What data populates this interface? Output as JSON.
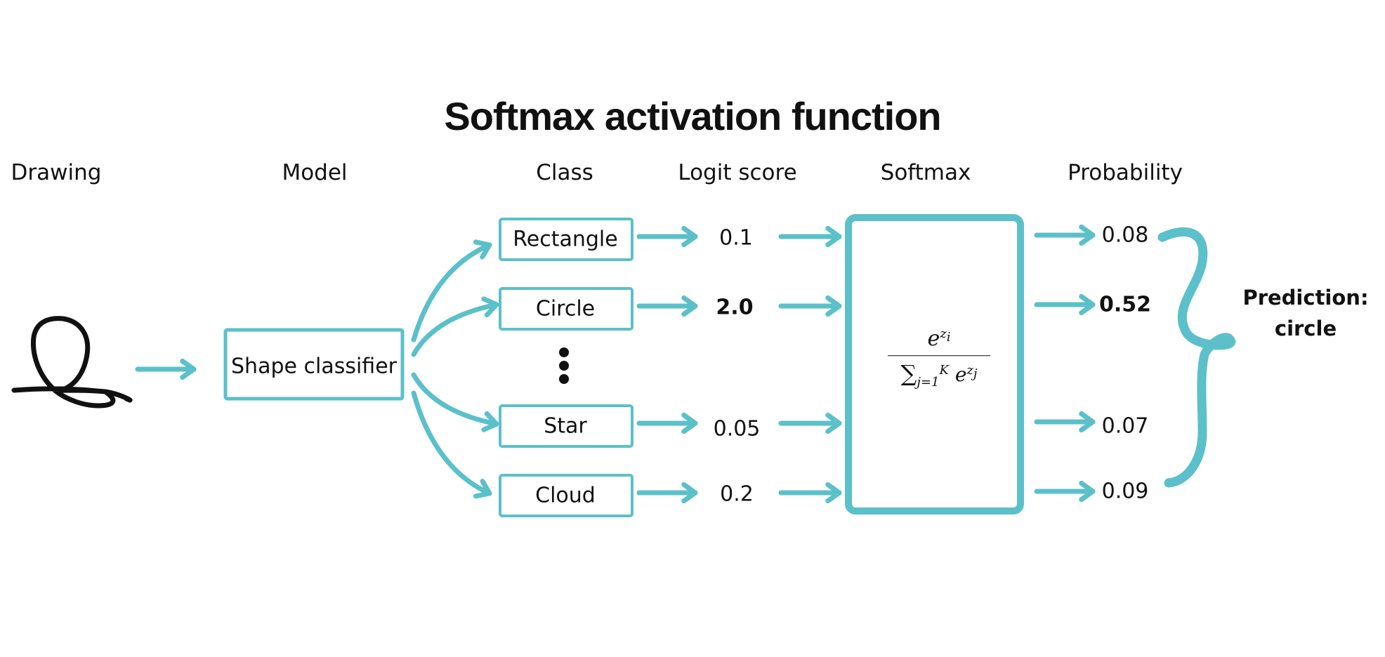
{
  "title": "Softmax activation function",
  "headers": {
    "drawing": "Drawing",
    "model": "Model",
    "class": "Class",
    "logit": "Logit score",
    "softmax": "Softmax",
    "probability": "Probability"
  },
  "model_label": "Shape classifier",
  "rows": [
    {
      "class": "Rectangle",
      "logit": "0.1",
      "probability": "0.08"
    },
    {
      "class": "Circle",
      "logit": "2.0",
      "probability": "0.52"
    },
    {
      "class": "Star",
      "logit": "0.05",
      "probability": "0.07"
    },
    {
      "class": "Cloud",
      "logit": "0.2",
      "probability": "0.09"
    }
  ],
  "formula": {
    "numerator": "e",
    "numerator_sup": "z",
    "numerator_sup_sub": "i",
    "sigma": "∑",
    "sum_upper": "K",
    "sum_lower": "j=1",
    "denominator": "e",
    "denominator_sup": "z",
    "denominator_sup_sub": "j"
  },
  "prediction": {
    "line1": "Prediction:",
    "line2": "circle"
  },
  "colors": {
    "accent": "#5bc0c9",
    "ink": "#111111"
  },
  "icons": {
    "drawing": "hand-drawn-loop-icon",
    "ellipsis": "vertical-ellipsis-icon"
  }
}
